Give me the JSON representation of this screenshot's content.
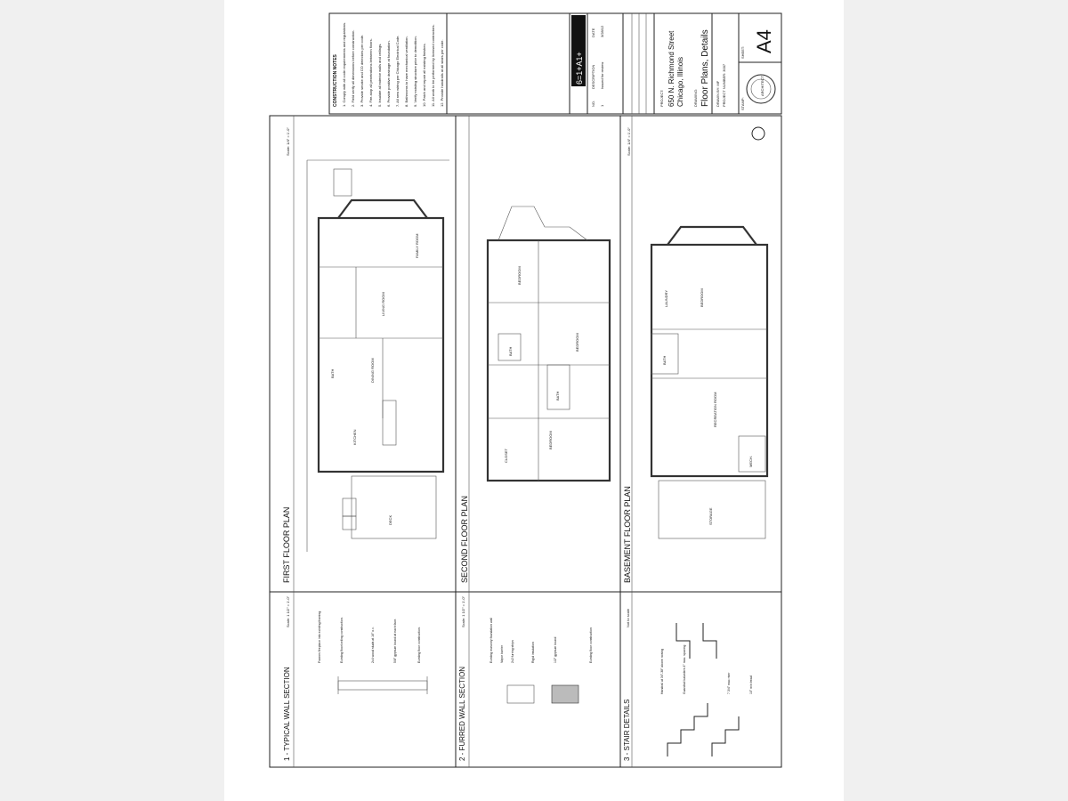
{
  "title_block": {
    "construction_notes_heading": "CONSTRUCTION NOTES",
    "notes": [
      "1. Comply with all code requirements and regulations.",
      "2. Field verify all dimensions before construction.",
      "3. Provide smoke and CO detectors per code.",
      "4. Fire-stop all penetrations between floors.",
      "5. Insulate all exterior walls and ceilings.",
      "6. Provide positive drainage at foundation.",
      "7. All new wiring per Chicago Electrical Code.",
      "8. Bathrooms to have mechanical ventilation.",
      "9. Verify existing structure prior to demolition.",
      "10. Patch and repair all existing finishes.",
      "11. All work to be performed by licensed contractors.",
      "12. Provide handrails at all stairs per code."
    ],
    "stamp_strip": "6=1+A1+",
    "revision_header": {
      "no": "NO.",
      "description": "DESCRIPTION",
      "date": "DATE"
    },
    "revision_row": {
      "no": "1",
      "description": "Issued for review",
      "date": "3/28/12"
    },
    "project_label": "PROJECT:",
    "project_address_line1": "650 N. Richmond Street",
    "project_address_line2": "Chicago, Illinois",
    "drawing_label": "DRAWING:",
    "drawing_title": "Floor Plans, Details",
    "drawn_by": "DRAWN BY:  MF",
    "project_number": "PROJECT NUMBER:  3007",
    "stamp_label": "STAMP:",
    "sheet_label": "SHEET:",
    "sheet_number": "A4",
    "seal_text": "ARCHITECT"
  },
  "plans": [
    {
      "title": "FIRST FLOOR PLAN",
      "scale": "Scale: 1/4\" = 1'-0\"",
      "rooms": [
        "LIVING ROOM",
        "DINING ROOM",
        "KITCHEN",
        "BATH",
        "FAMILY ROOM",
        "DECK"
      ]
    },
    {
      "title": "SECOND FLOOR PLAN",
      "scale": "Scale: 1/4\" = 1'-0\"",
      "rooms": [
        "BEDROOM",
        "BEDROOM",
        "BATH",
        "BEDROOM",
        "BATH",
        "CLOSET"
      ]
    },
    {
      "title": "BASEMENT FLOOR PLAN",
      "scale": "Scale: 1/4\" = 1'-0\"",
      "rooms": [
        "BEDROOM",
        "LAUNDRY",
        "BATH",
        "RECREATION ROOM",
        "MECH.",
        "STORAGE"
      ]
    }
  ],
  "details": [
    {
      "title": "1 - TYPICAL WALL SECTION",
      "scale": "Scale: 1 1/2\" = 1'-0\"",
      "notes": [
        "Frames fireplace into existing framing.",
        "Existing floor/ceiling construction.",
        "2x4 wood studs at 16\" o.c.",
        "5/8\" gypsum board at each face.",
        "Existing floor construction."
      ]
    },
    {
      "title": "2 - FURRED WALL SECTION",
      "scale": "Scale: 1 1/2\" = 1'-0\"",
      "notes": [
        "Existing masonry foundation wall",
        "Vapor barrier",
        "2x2 furring strips",
        "Rigid insulation",
        "1/2\" gypsum board",
        "Existing floor construction"
      ]
    },
    {
      "title": "3 - STAIR DETAILS",
      "scale": "Not to scale",
      "notes": [
        "Handrail at 34\"-38\" above nosing",
        "Guardrail balusters 4\" max. spacing",
        "7 3/4\" max riser",
        "10\" min tread"
      ]
    }
  ]
}
